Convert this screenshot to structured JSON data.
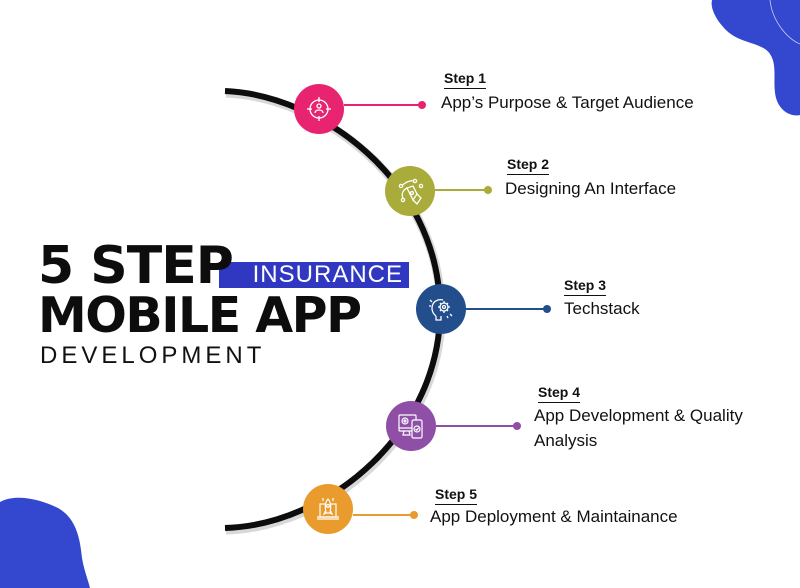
{
  "title": {
    "line1": "5 STEP",
    "badge": "INSURANCE",
    "line2": "MOBILE APP",
    "line3": "DEVELOPMENT"
  },
  "colors": {
    "blob": "#3347cf",
    "badge": "#3038c2",
    "arc": "#0d0d0d"
  },
  "steps": [
    {
      "label": "Step 1",
      "text": "App’s Purpose & Target Audience",
      "icon": "target-user-icon",
      "color": "#e8236f"
    },
    {
      "label": "Step 2",
      "text": "Designing An Interface",
      "icon": "pen-tool-icon",
      "color": "#a9ab3a"
    },
    {
      "label": "Step 3",
      "text": "Techstack",
      "icon": "lightbulb-gear-icon",
      "color": "#234e8c"
    },
    {
      "label": "Step 4",
      "text": "App Development & Quality",
      "text2": "Analysis",
      "icon": "devices-gear-icon",
      "color": "#8f4fa6"
    },
    {
      "label": "Step 5",
      "text": "App Deployment & Maintainance",
      "icon": "rocket-laptop-icon",
      "color": "#e99b2d"
    }
  ]
}
